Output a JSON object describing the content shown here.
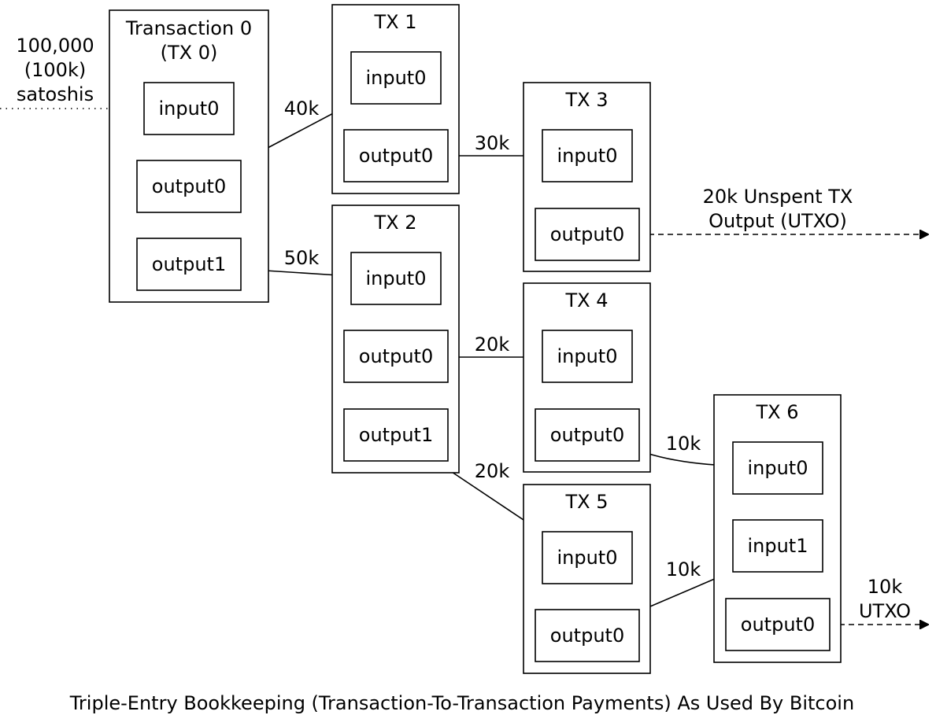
{
  "caption": "Triple-Entry Bookkeeping (Transaction-To-Transaction Payments) As Used By Bitcoin",
  "source_label": [
    "100,000",
    "(100k)",
    "satoshis"
  ],
  "transactions": [
    {
      "id": "tx0",
      "title": [
        "Transaction 0",
        "(TX 0)"
      ],
      "ports": [
        {
          "id": "tx0-input0",
          "label": "input0"
        },
        {
          "id": "tx0-output0",
          "label": "output0"
        },
        {
          "id": "tx0-output1",
          "label": "output1"
        }
      ]
    },
    {
      "id": "tx1",
      "title": [
        "TX 1"
      ],
      "ports": [
        {
          "id": "tx1-input0",
          "label": "input0"
        },
        {
          "id": "tx1-output0",
          "label": "output0"
        }
      ]
    },
    {
      "id": "tx2",
      "title": [
        "TX 2"
      ],
      "ports": [
        {
          "id": "tx2-input0",
          "label": "input0"
        },
        {
          "id": "tx2-output0",
          "label": "output0"
        },
        {
          "id": "tx2-output1",
          "label": "output1"
        }
      ]
    },
    {
      "id": "tx3",
      "title": [
        "TX 3"
      ],
      "ports": [
        {
          "id": "tx3-input0",
          "label": "input0"
        },
        {
          "id": "tx3-output0",
          "label": "output0"
        }
      ]
    },
    {
      "id": "tx4",
      "title": [
        "TX 4"
      ],
      "ports": [
        {
          "id": "tx4-input0",
          "label": "input0"
        },
        {
          "id": "tx4-output0",
          "label": "output0"
        }
      ]
    },
    {
      "id": "tx5",
      "title": [
        "TX 5"
      ],
      "ports": [
        {
          "id": "tx5-input0",
          "label": "input0"
        },
        {
          "id": "tx5-output0",
          "label": "output0"
        }
      ]
    },
    {
      "id": "tx6",
      "title": [
        "TX 6"
      ],
      "ports": [
        {
          "id": "tx6-input0",
          "label": "input0"
        },
        {
          "id": "tx6-input1",
          "label": "input1"
        },
        {
          "id": "tx6-output0",
          "label": "output0"
        }
      ]
    }
  ],
  "edges": [
    {
      "id": "source-to-tx0",
      "from": "source",
      "to": "tx0-input0",
      "label": [],
      "style": "dotted"
    },
    {
      "id": "tx0-to-tx1",
      "from": "tx0-output0",
      "to": "tx1-input0",
      "label": [
        "40k"
      ],
      "style": "solid"
    },
    {
      "id": "tx0-to-tx2",
      "from": "tx0-output1",
      "to": "tx2-input0",
      "label": [
        "50k"
      ],
      "style": "solid"
    },
    {
      "id": "tx1-to-tx3",
      "from": "tx1-output0",
      "to": "tx3-input0",
      "label": [
        "30k"
      ],
      "style": "solid"
    },
    {
      "id": "tx2-to-tx4",
      "from": "tx2-output0",
      "to": "tx4-input0",
      "label": [
        "20k"
      ],
      "style": "solid"
    },
    {
      "id": "tx2-to-tx5",
      "from": "tx2-output1",
      "to": "tx5-input0",
      "label": [
        "20k"
      ],
      "style": "solid"
    },
    {
      "id": "tx4-to-tx6",
      "from": "tx4-output0",
      "to": "tx6-input0",
      "label": [
        "10k"
      ],
      "style": "solid"
    },
    {
      "id": "tx5-to-tx6",
      "from": "tx5-output0",
      "to": "tx6-input1",
      "label": [
        "10k"
      ],
      "style": "solid"
    },
    {
      "id": "tx3-utxo",
      "from": "tx3-output0",
      "to": "utxo",
      "label": [
        "20k Unspent TX",
        "Output (UTXO)"
      ],
      "style": "dashed"
    },
    {
      "id": "tx6-utxo",
      "from": "tx6-output0",
      "to": "utxo",
      "label": [
        "10k",
        "UTXO"
      ],
      "style": "dashed"
    }
  ]
}
